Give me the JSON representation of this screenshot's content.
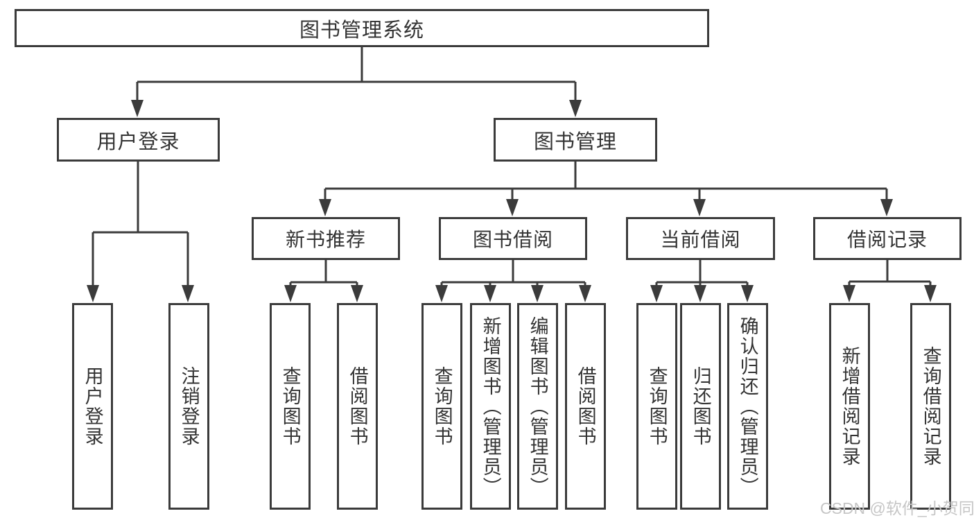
{
  "tree": {
    "label": "图书管理系统",
    "children": [
      {
        "label": "用户登录",
        "children": [
          {
            "label": "用户登录"
          },
          {
            "label": "注销登录"
          }
        ]
      },
      {
        "label": "图书管理",
        "children": [
          {
            "label": "新书推荐",
            "children": [
              {
                "label": "查询图书"
              },
              {
                "label": "借阅图书"
              }
            ]
          },
          {
            "label": "图书借阅",
            "children": [
              {
                "label": "查询图书"
              },
              {
                "label": "新增图书（管理员）"
              },
              {
                "label": "编辑图书（管理员）"
              },
              {
                "label": "借阅图书"
              }
            ]
          },
          {
            "label": "当前借阅",
            "children": [
              {
                "label": "查询图书"
              },
              {
                "label": "归还图书"
              },
              {
                "label": "确认归还（管理员）"
              }
            ]
          },
          {
            "label": "借阅记录",
            "children": [
              {
                "label": "新增借阅记录"
              },
              {
                "label": "查询借阅记录"
              }
            ]
          }
        ]
      }
    ]
  },
  "watermark": "CSDN @软件_小贺同学",
  "colors": {
    "line": "#3b3b3b",
    "text": "#333333",
    "box-bg": "#ffffff",
    "watermark": "#c6c6c6"
  }
}
